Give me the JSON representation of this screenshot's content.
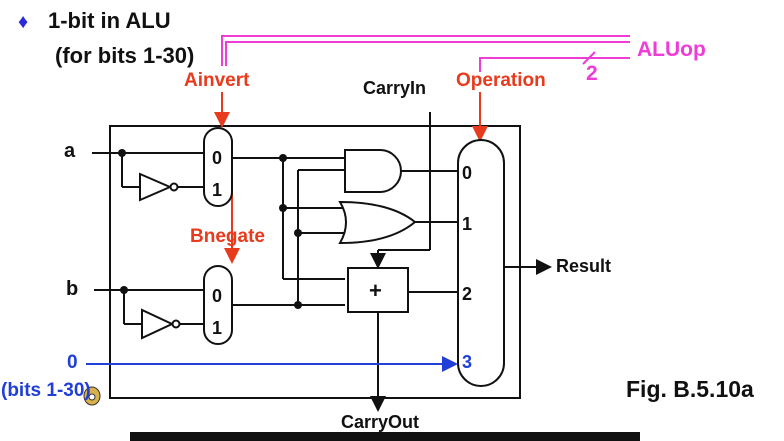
{
  "heading": {
    "bullet": "♦",
    "line1": "1-bit in ALU",
    "line2": "(for bits 1-30)"
  },
  "signals": {
    "ainvert": "Ainvert",
    "bnegate": "Bnegate",
    "operation": "Operation",
    "aluop": "ALUop",
    "aluop_width": "2",
    "carryin": "CarryIn",
    "carryout": "CarryOut",
    "result": "Result"
  },
  "inputs": {
    "a": "a",
    "b": "b",
    "zero": "0",
    "bits_note": "(bits 1-30)"
  },
  "mux_inputs": {
    "a_mux": [
      "0",
      "1"
    ],
    "b_mux": [
      "0",
      "1"
    ],
    "op_mux": [
      "0",
      "1",
      "2",
      "3"
    ]
  },
  "adder_symbol": "+",
  "figure_label": "Fig. B.5.10a",
  "colors": {
    "control_red": "#e83a1c",
    "aluop_magenta": "#ee3dd6",
    "zero_blue": "#1f3fd8",
    "wire": "#111111"
  }
}
